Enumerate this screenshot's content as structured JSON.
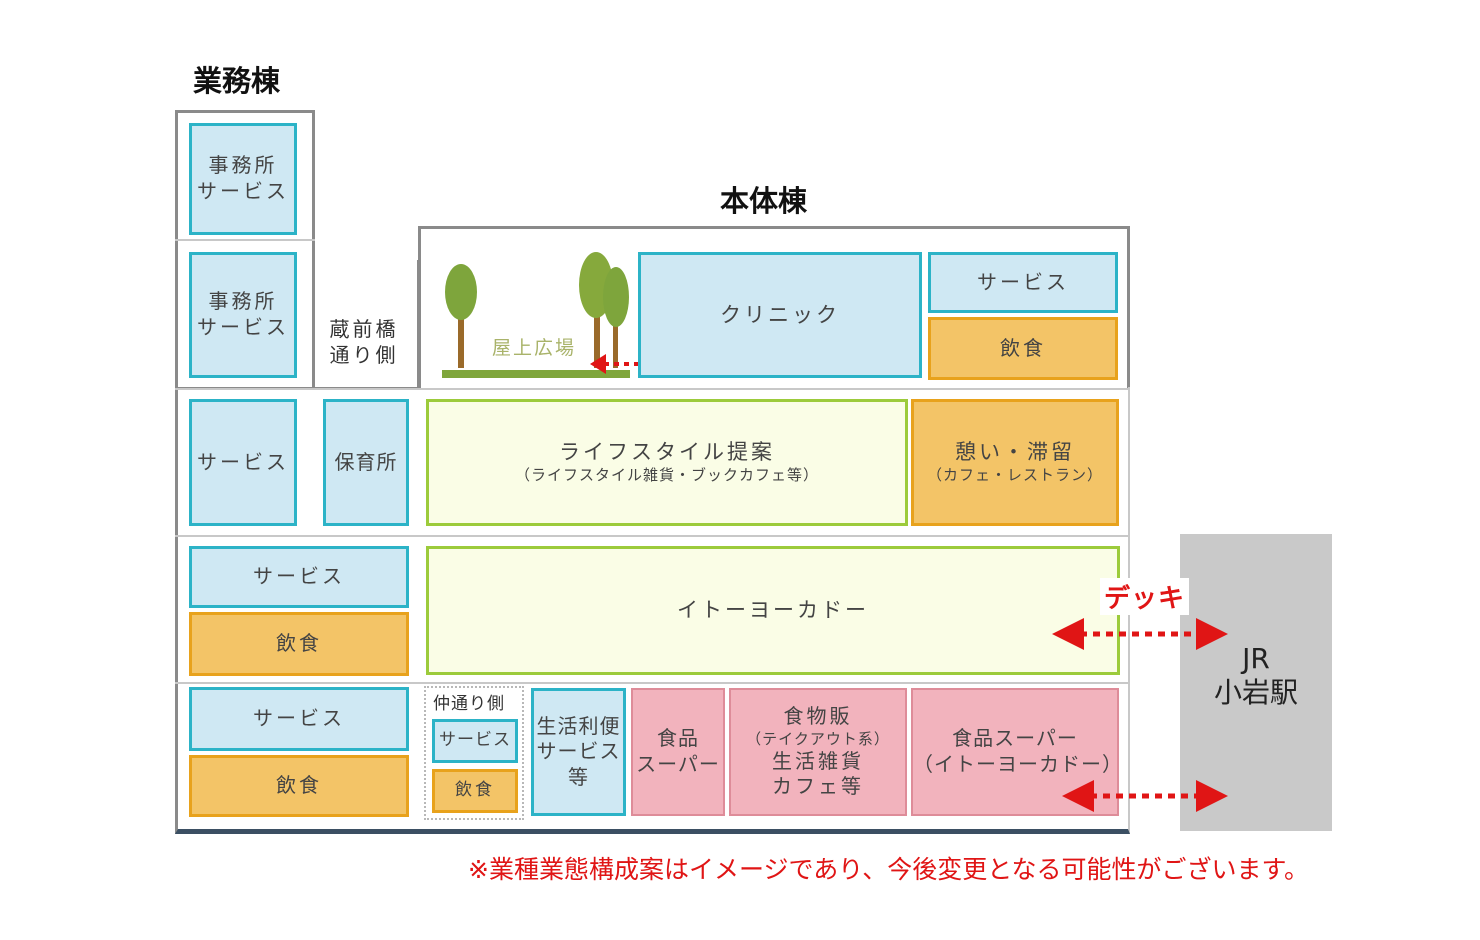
{
  "annex_title": "業務棟",
  "main_title": "本体棟",
  "annex": {
    "office1": [
      "事務所",
      "サービス"
    ],
    "office2": [
      "事務所",
      "サービス"
    ],
    "kuramae": [
      "蔵前橋",
      "通り側"
    ],
    "service_l2": "サービス",
    "nursery": "保育所",
    "service_l1a": "サービス",
    "food_l1a": "飲食",
    "service_l1b": "サービス",
    "food_l1b": "飲食"
  },
  "naka": {
    "label": "仲通り側",
    "service": "サービス",
    "food": "飲食"
  },
  "main": {
    "rooftop": "屋上広場",
    "clinic": "クリニック",
    "service_top": "サービス",
    "food_top": "飲食",
    "lifestyle": "ライフスタイル提案",
    "lifestyle_sub": "（ライフスタイル雑貨・ブックカフェ等）",
    "rest": "憩い・滞留",
    "rest_sub": "（カフェ・レストラン）",
    "ito": "イトーヨーカドー",
    "daily": [
      "生活利便",
      "サービス",
      "等"
    ],
    "food_super": [
      "食品",
      "スーパー"
    ],
    "food_sale": [
      "食物販",
      "（テイクアウト系）",
      "生活雑貨",
      "カフェ等"
    ],
    "super_ito": [
      "食品スーパー",
      "（イトーヨーカドー）"
    ]
  },
  "deck_label": "デッキ",
  "station": [
    "JR",
    "小岩駅"
  ],
  "note": "※業種業態構成案はイメージであり、今後変更となる可能性がございます。",
  "colors": {
    "blue_fill": "#cfe8f3",
    "blue_border": "#2cb3c7",
    "orange_fill": "#f3c467",
    "orange_border": "#e8a21c",
    "green_fill": "#fafde6",
    "green_border": "#9ccb3b",
    "pink_fill": "#f2b3bd",
    "arrow": "#e01515",
    "station_fill": "#c9c9c9"
  },
  "icons": [
    "tree-icon",
    "double-arrow-icon"
  ]
}
